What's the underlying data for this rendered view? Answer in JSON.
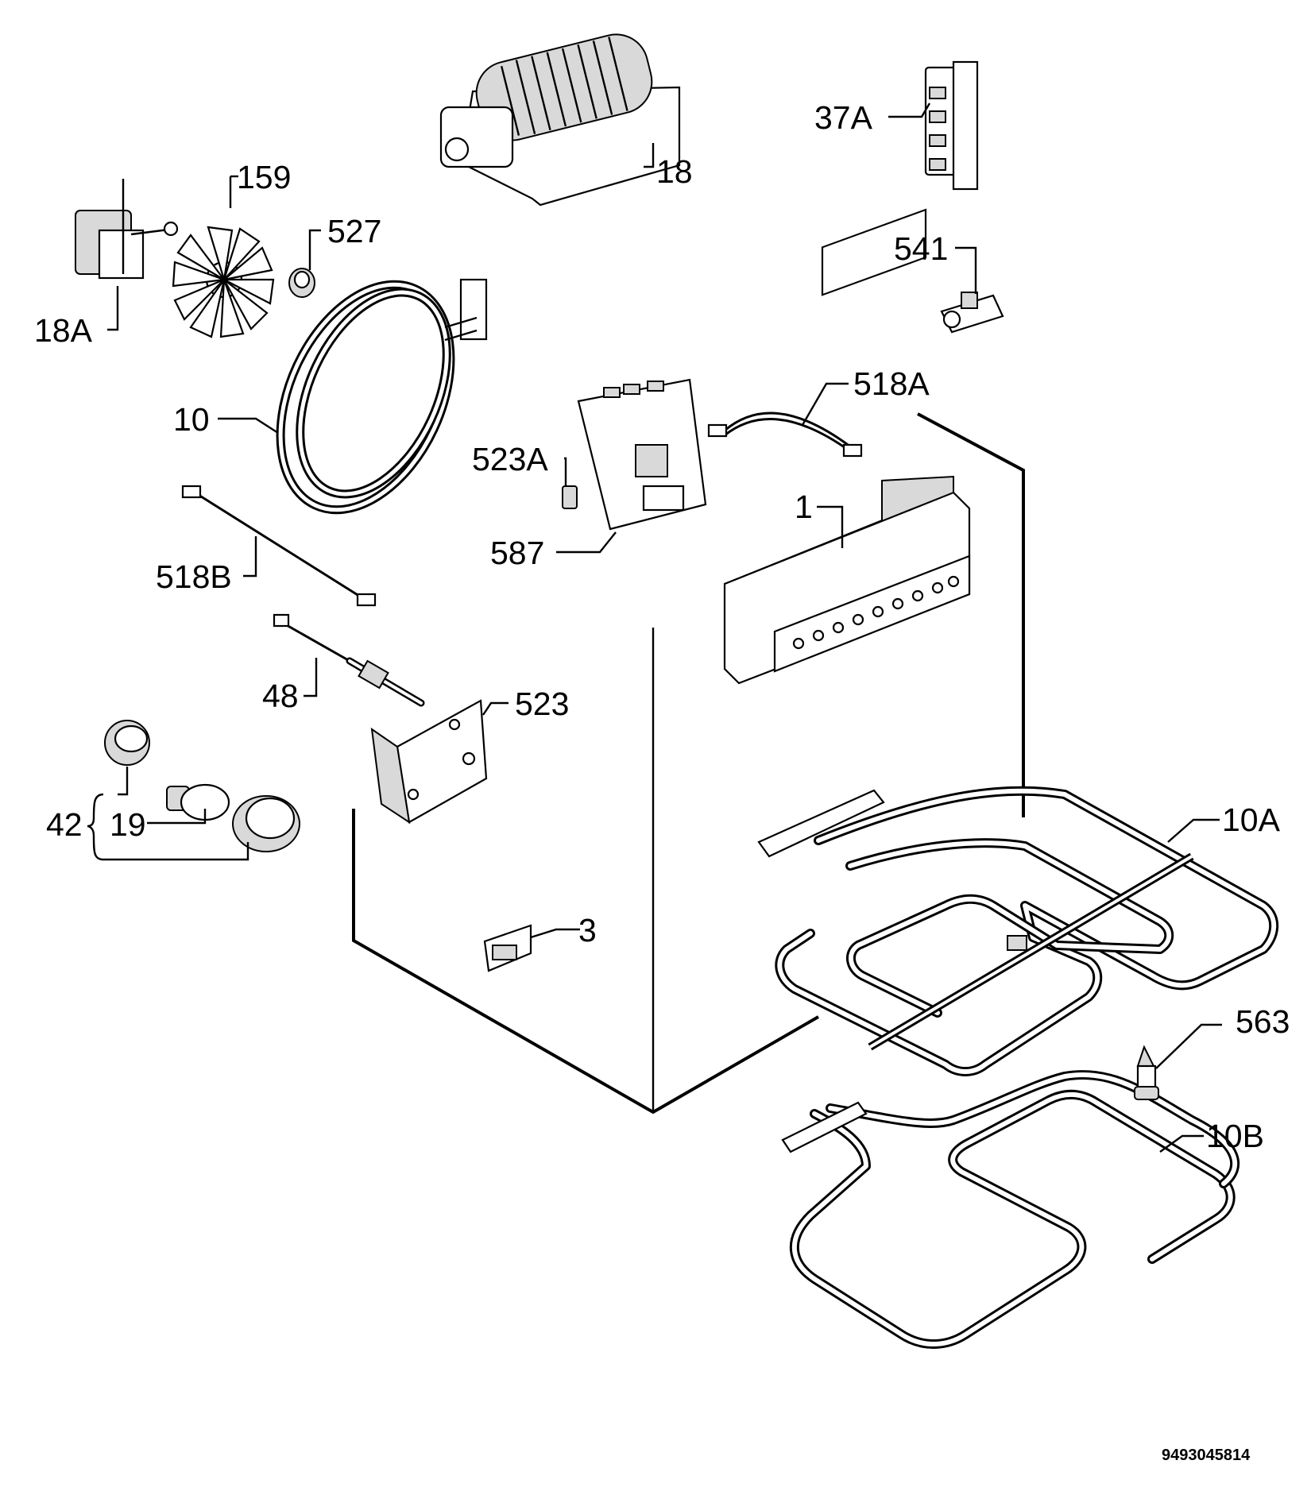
{
  "diagram_code": "9493045814",
  "callouts": {
    "c1": "1",
    "c3": "3",
    "c10": "10",
    "c10A": "10A",
    "c10B": "10B",
    "c18": "18",
    "c18A": "18A",
    "c19": "19",
    "c37A": "37A",
    "c42": "42",
    "c48": "48",
    "c159": "159",
    "c518A": "518A",
    "c518B": "518B",
    "c523": "523",
    "c523A": "523A",
    "c527": "527",
    "c541": "541",
    "c563": "563",
    "c587": "587"
  }
}
